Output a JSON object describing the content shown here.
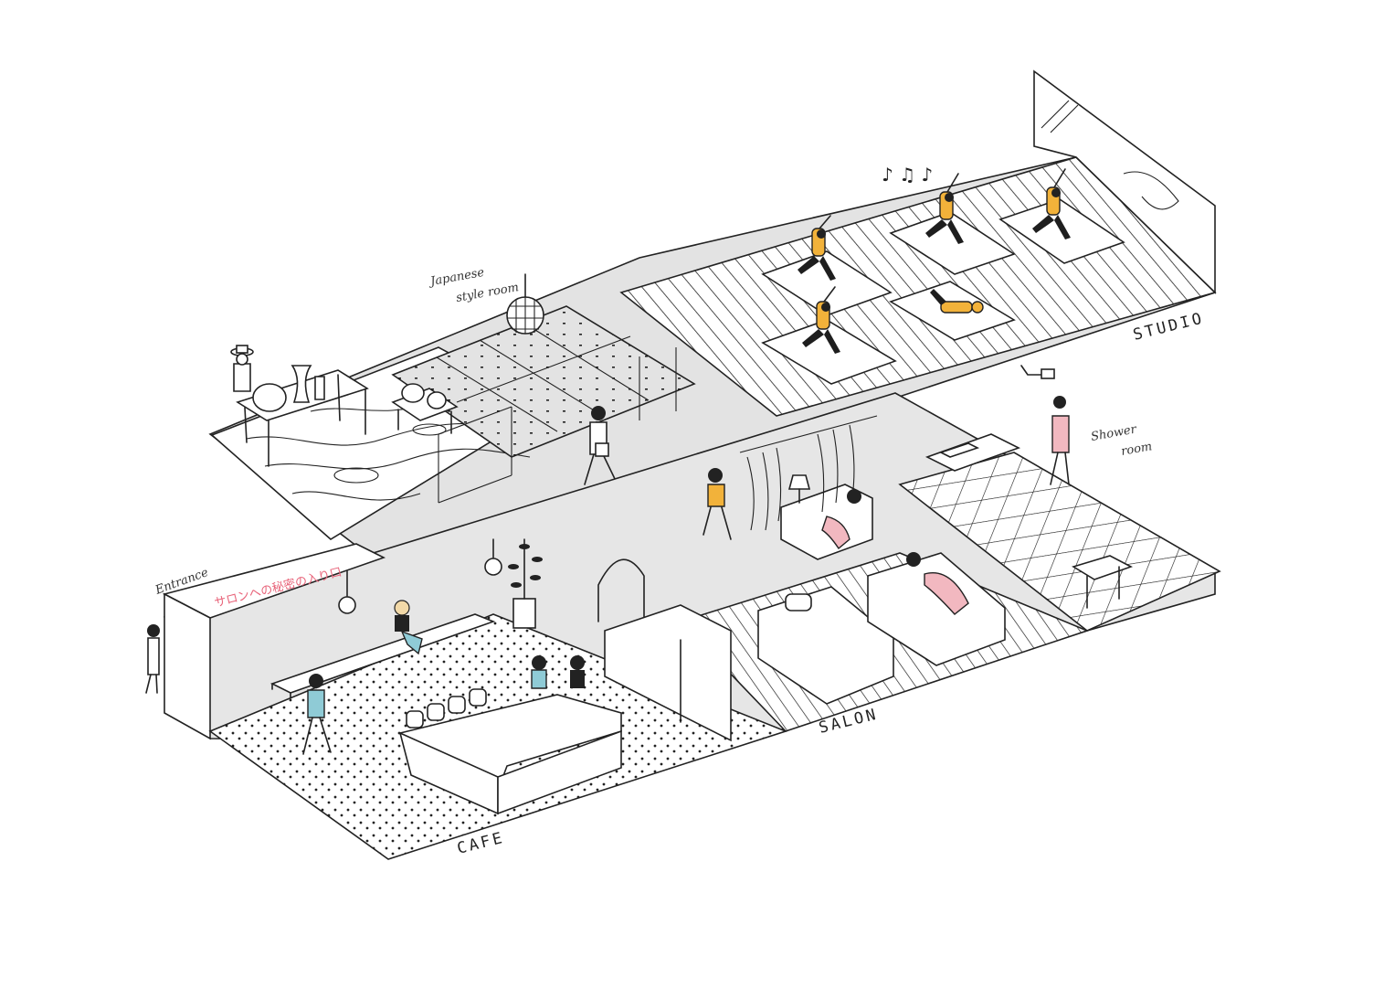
{
  "labels": {
    "studio": "STUDIO",
    "salon": "SALON",
    "cafe": "CAFE",
    "japanese_line1": "Japanese",
    "japanese_line2": "style room",
    "shower_line1": "Shower",
    "shower_line2": "room",
    "entrance": "Entrance",
    "secret_entrance_jp": "サロンへの秘密の入り口"
  },
  "decor": {
    "music_notes": "♪ ♫ ♪"
  },
  "colors": {
    "ink": "#222222",
    "floor_gray": "#e3e3e3",
    "accent_yellow": "#f2b23a",
    "accent_pink": "#f2b8c0",
    "accent_teal": "#8fcbd6",
    "label_pink": "#e8647a"
  }
}
